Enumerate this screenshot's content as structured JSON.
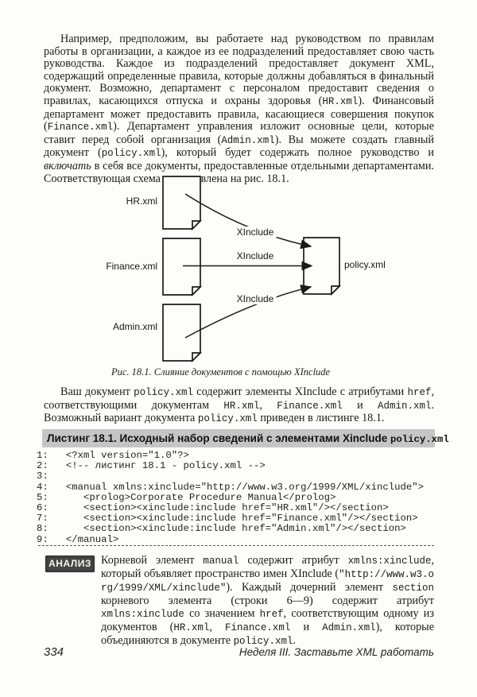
{
  "paragraph1": {
    "segments": [
      {
        "style": "",
        "text": "Например, предположим, вы работаете над руководством по правилам работы в организации, а каждое из ее подразделений предоставляет свою часть руководства. Каждое из подразделений предоставляет документ XML, содержащий определенные правила, которые должны добавляться в финальный документ. Возможно, департамент с персоналом предоставит сведения о правилах, касающихся отпуска и охраны здоровья ("
      },
      {
        "style": "mono",
        "text": "HR.xml"
      },
      {
        "style": "",
        "text": "). Финансовый департамент может предоставить правила, касающиеся совершения покупок ("
      },
      {
        "style": "mono",
        "text": "Finance.xml"
      },
      {
        "style": "",
        "text": "). Департамент управления изложит основные цели, которые ставит перед собой организация ("
      },
      {
        "style": "mono",
        "text": "Admin.xml"
      },
      {
        "style": "",
        "text": "). Вы можете создать главный документ ("
      },
      {
        "style": "mono",
        "text": "policy.xml"
      },
      {
        "style": "",
        "text": "), который будет содержать полное руководство и "
      },
      {
        "style": "it",
        "text": "включать"
      },
      {
        "style": "",
        "text": " в себя все документы, предоставленные отдельными департаментами. Соответствующая схема представлена на рис. 18.1."
      }
    ]
  },
  "figure": {
    "caption": "Рис. 18.1. Слияние документов с помощью XInclude",
    "nodes": [
      {
        "id": "hr",
        "label": "HR.xml"
      },
      {
        "id": "finance",
        "label": "Finance.xml"
      },
      {
        "id": "admin",
        "label": "Admin.xml"
      },
      {
        "id": "policy",
        "label": "policy.xml"
      }
    ],
    "edges": [
      {
        "label": "XInclude"
      },
      {
        "label": "XInclude"
      },
      {
        "label": "XInclude"
      }
    ]
  },
  "paragraph2": {
    "segments": [
      {
        "style": "",
        "text": "Ваш документ "
      },
      {
        "style": "mono",
        "text": "policy.xml"
      },
      {
        "style": "",
        "text": " содержит элементы XInclude с атрибутами "
      },
      {
        "style": "mono",
        "text": "href"
      },
      {
        "style": "",
        "text": ", соответствующими документам "
      },
      {
        "style": "mono",
        "text": "HR.xml"
      },
      {
        "style": "",
        "text": ", "
      },
      {
        "style": "mono",
        "text": "Finance.xml"
      },
      {
        "style": "",
        "text": " и "
      },
      {
        "style": "mono",
        "text": "Admin.xml"
      },
      {
        "style": "",
        "text": ". Возможный вариант документа "
      },
      {
        "style": "mono",
        "text": "policy.xml"
      },
      {
        "style": "",
        "text": " приведен в листинге 18.1."
      }
    ]
  },
  "listing": {
    "title": "Листинг 18.1. Исходный набор сведений с элементами Xinclude ",
    "title_code": "policy.xml",
    "lines": [
      {
        "num": "1:",
        "code": "<?xml version=\"1.0\"?>"
      },
      {
        "num": "2:",
        "code": "<!-- листинг 18.1 - policy.xml -->"
      },
      {
        "num": "3:",
        "code": ""
      },
      {
        "num": "4:",
        "code": "<manual xmlns:xinclude=\"http://www.w3.org/1999/XML/xinclude\">"
      },
      {
        "num": "5:",
        "code": "   <prolog>Corporate Procedure Manual</prolog>"
      },
      {
        "num": "6:",
        "code": "   <section><xinclude:include href=\"HR.xml\"/></section>"
      },
      {
        "num": "7:",
        "code": "   <section><xinclude:include href=\"Finance.xml\"/></section>"
      },
      {
        "num": "8:",
        "code": "   <section><xinclude:include href=\"Admin.xml\"/></section>"
      },
      {
        "num": "9:",
        "code": "</manual>"
      }
    ]
  },
  "analysis": {
    "label": "АНАЛИЗ",
    "segments": [
      {
        "style": "",
        "text": "Корневой элемент "
      },
      {
        "style": "mono",
        "text": "manual"
      },
      {
        "style": "",
        "text": " содержит атрибут "
      },
      {
        "style": "mono",
        "text": "xmlns:xinclude"
      },
      {
        "style": "",
        "text": ", который объявляет пространство имен XInclude ("
      },
      {
        "style": "mono brk",
        "text": "\"http://www.w3.org/1999/XML/xinclude\""
      },
      {
        "style": "",
        "text": "). Каждый дочерний элемент "
      },
      {
        "style": "mono",
        "text": "section"
      },
      {
        "style": "",
        "text": " корневого элемента (строки 6—9) содержит атрибут "
      },
      {
        "style": "mono",
        "text": "xmlns:xinclude"
      },
      {
        "style": "",
        "text": " со значением "
      },
      {
        "style": "mono",
        "text": "href"
      },
      {
        "style": "",
        "text": ", соответствующим одному из документов ("
      },
      {
        "style": "mono",
        "text": "HR.xml"
      },
      {
        "style": "",
        "text": ", "
      },
      {
        "style": "mono",
        "text": "Finance.xml"
      },
      {
        "style": "",
        "text": " и "
      },
      {
        "style": "mono",
        "text": "Admin.xml"
      },
      {
        "style": "",
        "text": "), которые объединяются в документе "
      },
      {
        "style": "mono",
        "text": "policy.xml"
      },
      {
        "style": "",
        "text": "."
      }
    ]
  },
  "footer": {
    "page_number": "334",
    "section_title": "Неделя III. Заставьте XML работать"
  },
  "colors": {
    "ink": "#1b1b1b",
    "listing_bar": "#c5c5c5",
    "stamp_bg": "#474747",
    "page_bg": "#fdfdfc"
  }
}
